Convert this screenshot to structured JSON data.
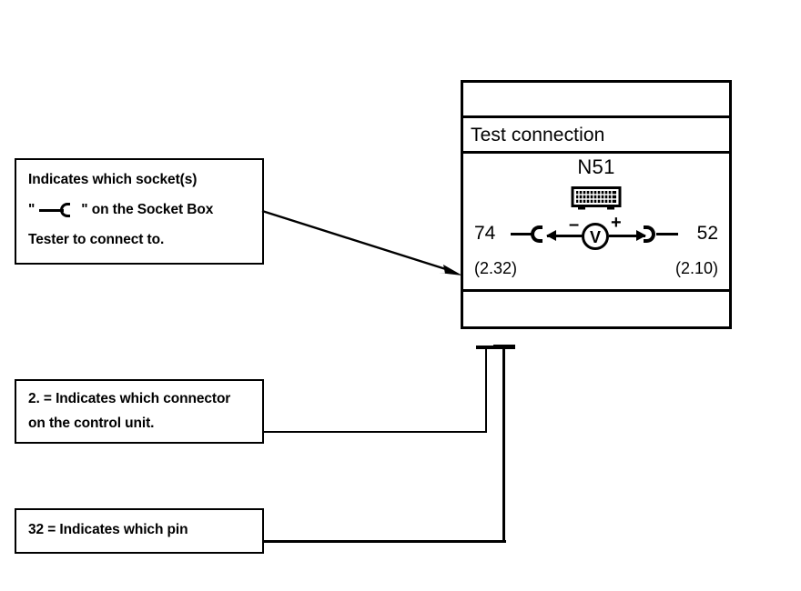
{
  "panel": {
    "top_row_text": "",
    "title": "Test connection",
    "device_label": "N51",
    "device_icon_name": "control-unit-connector-icon",
    "left": {
      "pin": "74",
      "connector_ref": "(2.32)",
      "socket_icon_name": "socket-open-right-icon"
    },
    "right": {
      "pin": "52",
      "connector_ref": "(2.10)",
      "socket_icon_name": "socket-open-left-icon"
    },
    "meter": {
      "symbol": "V",
      "minus": "–",
      "plus": "+",
      "icon_name": "voltmeter-icon"
    },
    "bottom_row_text": ""
  },
  "callouts": {
    "socket": {
      "line1": "Indicates which socket(s)",
      "line2_prefix": "\"",
      "line2_suffix": "\" on the Socket Box",
      "line3": "Tester to connect to.",
      "inline_icon_name": "socket-open-right-icon"
    },
    "connector": {
      "line1": "2. = Indicates which connector",
      "line2": "on the control unit."
    },
    "pin": {
      "line1": "32 = Indicates which pin"
    }
  },
  "colors": {
    "ink": "#000000",
    "paper": "#ffffff"
  }
}
